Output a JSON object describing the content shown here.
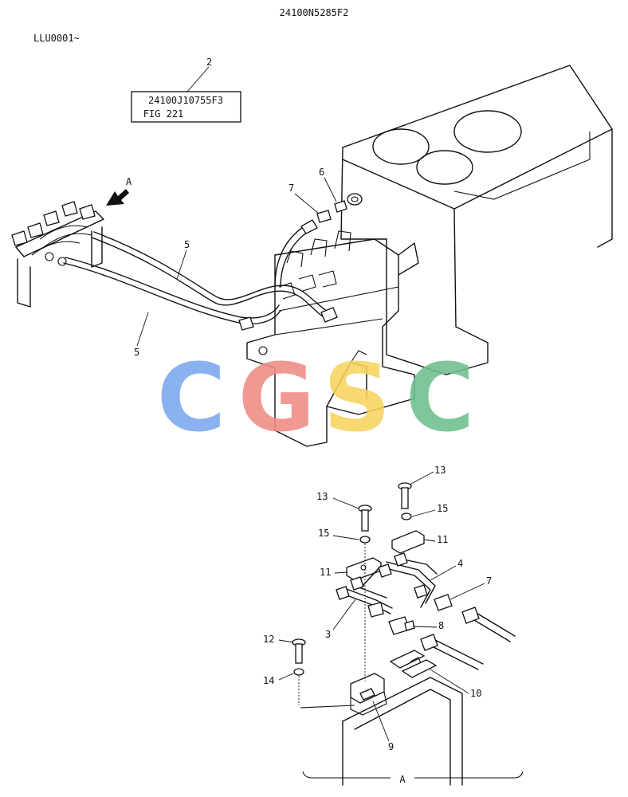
{
  "drawing_number": "24100N5285F2",
  "serial_range": "LLU0001~",
  "reference_box": {
    "line1": "24100J10755F3",
    "line2": "FIG 221"
  },
  "view_label": "A",
  "detail_label": "A",
  "watermark_text": "CGSC",
  "watermark_colors": [
    "#7aa7ee",
    "#ef8c85",
    "#f6d35e",
    "#6fbf8e"
  ],
  "callouts": {
    "c2": "2",
    "c5a": "5",
    "c5b": "5",
    "c6": "6",
    "c7a": "7",
    "c13a": "13",
    "c13b": "13",
    "c15a": "15",
    "c15b": "15",
    "c11a": "11",
    "c11b": "11",
    "c4": "4",
    "c7b": "7",
    "c8": "8",
    "c3": "3",
    "c12": "12",
    "c14": "14",
    "c10": "10",
    "c9": "9"
  }
}
